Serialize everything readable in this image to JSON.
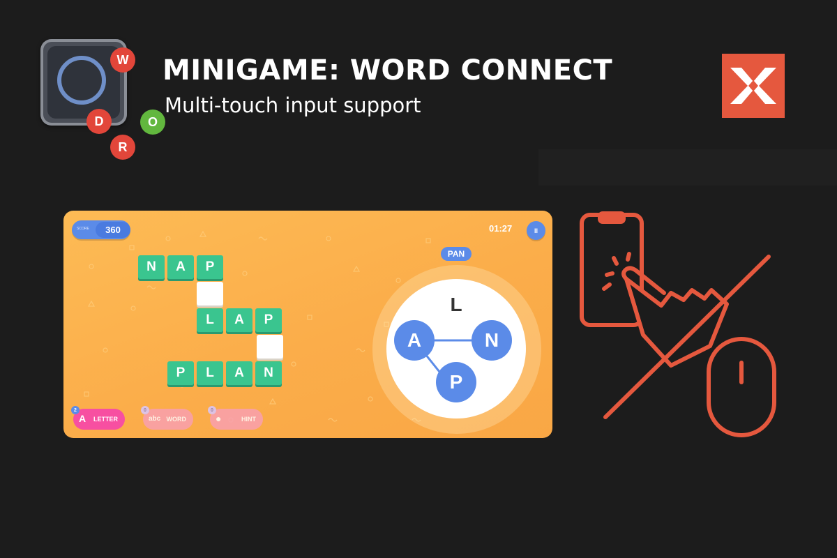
{
  "header": {
    "title": "MINIGAME: WORD CONNECT",
    "subtitle": "Multi-touch input support",
    "app_icon_letters": [
      "W",
      "D",
      "O",
      "R"
    ],
    "app_icon_colors": {
      "W": "#e2463a",
      "D": "#e2463a",
      "O": "#62b73e",
      "R": "#e2463a"
    }
  },
  "brand_logo": {
    "icon": "x-cross-logo-icon",
    "color": "#e5583e"
  },
  "game": {
    "score_label": "SCORE",
    "score_value": "360",
    "timer": "01:27",
    "pause_symbol": "II",
    "current_word": "PAN",
    "crossword": {
      "rows": [
        [
          "N",
          "A",
          "P"
        ],
        [
          ""
        ],
        [
          "L",
          "A",
          "P"
        ],
        [
          ""
        ],
        [
          "P",
          "L",
          "A",
          "N"
        ]
      ]
    },
    "wheel_letters": [
      "L",
      "A",
      "N",
      "P"
    ],
    "wheel_selected": [
      "A",
      "N",
      "P"
    ],
    "powerups": [
      {
        "label": "LETTER",
        "count": "2"
      },
      {
        "label": "WORD",
        "count": "0"
      },
      {
        "label": "HINT",
        "count": "0"
      }
    ],
    "colors": {
      "background": "#fbad4a",
      "tile": "#3ac58f",
      "accent": "#5b8be8",
      "letter_button": "#f74fa1"
    }
  },
  "illustration": {
    "icons": [
      "smartphone-icon",
      "tapping-hand-icon",
      "mouse-icon",
      "strike-through-line"
    ],
    "color": "#e5583e"
  }
}
